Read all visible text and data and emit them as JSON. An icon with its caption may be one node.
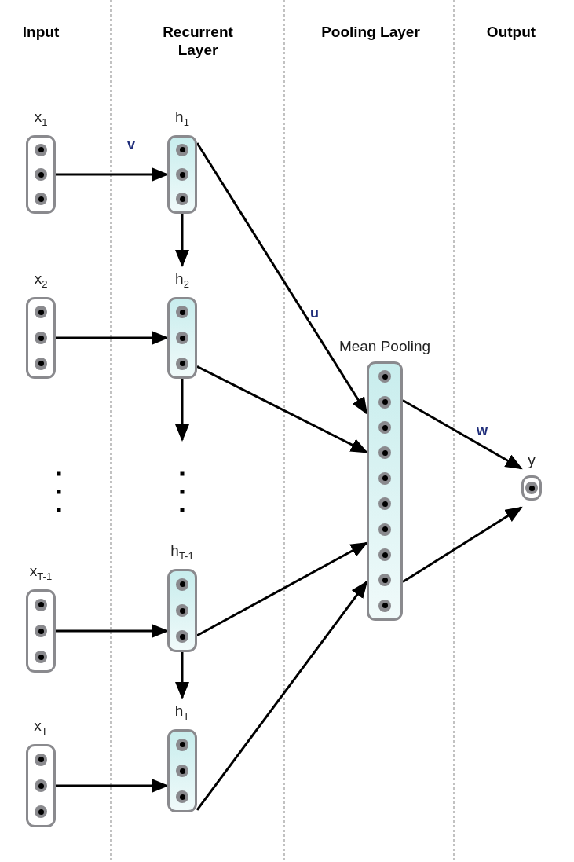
{
  "diagram": {
    "nodes": [
      {
        "text": [
          "x$_{1}$"
        ]
      },
      {
        "text": [
          "x$_{2}$"
        ]
      },
      {
        "text": [
          "x$_{T-1}$"
        ]
      },
      {
        "text": [
          "x$_{T}$"
        ]
      },
      {
        "text": [
          "h$_{1}$"
        ]
      },
      {
        "text": [
          "h$_{2}$"
        ]
      },
      {
        "text": [
          "h$_{T-1}$"
        ]
      },
      {
        "text": [
          "h$_{T}$"
        ]
      },
      {
        "text": [
          "Mean Pooling"
        ]
      },
      {
        "text": [
          "y"
        ]
      }
    ],
    "edges": [
      {
        "from": 0,
        "to": 4,
        "arrow": "to",
        "label": "v"
      },
      {
        "from": 1,
        "to": 5,
        "arrow": "to"
      },
      {
        "from": 2,
        "to": 6,
        "arrow": "to"
      },
      {
        "from": 3,
        "to": 7,
        "arrow": "to"
      },
      {
        "from": 4,
        "to": 5,
        "arrow": "to"
      },
      {
        "from": 5,
        "to": null,
        "arrow": "to"
      },
      {
        "from": 6,
        "to": 7,
        "arrow": "to"
      },
      {
        "from": 4,
        "to": 8,
        "arrow": "to",
        "label": "u"
      },
      {
        "from": 5,
        "to": 8,
        "arrow": "to"
      },
      {
        "from": 6,
        "to": 8,
        "arrow": "to"
      },
      {
        "from": 7,
        "to": 8,
        "arrow": "to"
      },
      {
        "from": 8,
        "to": 9,
        "arrow": "to",
        "label": "w"
      },
      {
        "from": 8,
        "to": 9,
        "arrow": "to"
      }
    ],
    "labels": [
      "Input",
      "Recurrent Layer",
      "Pooling Layer",
      "Output"
    ]
  }
}
